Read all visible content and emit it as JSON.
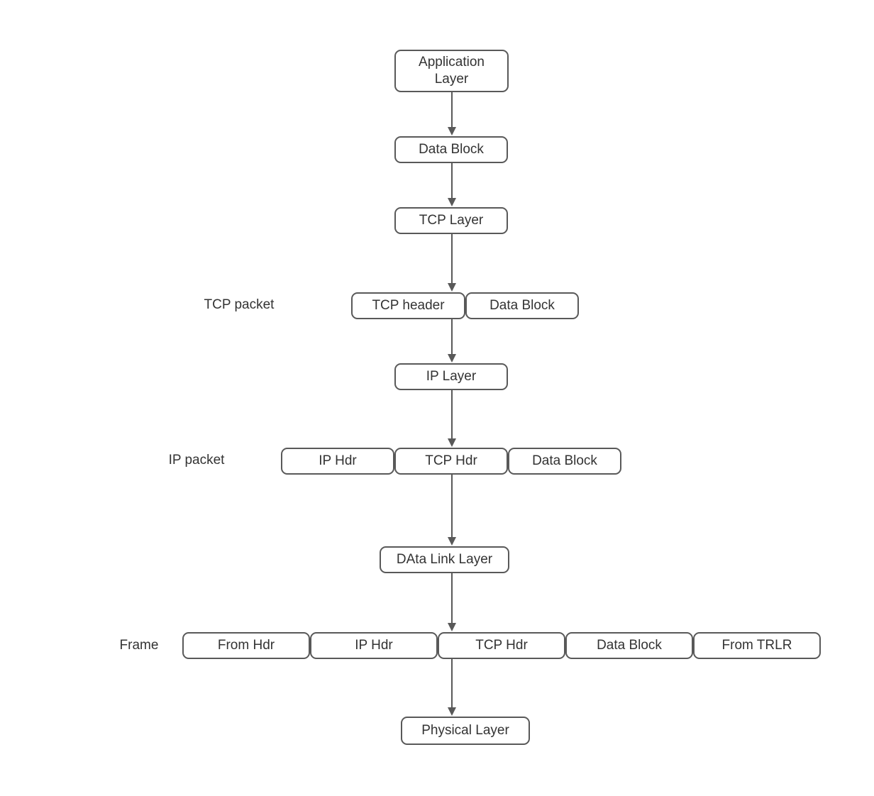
{
  "diagram": {
    "type": "flowchart",
    "description": "TCP/IP data encapsulation flow",
    "colors": {
      "background": "#ffffff",
      "node_fill": "#ffffff",
      "node_stroke": "#595959",
      "arrow": "#595959",
      "text": "#333333"
    },
    "nodes": {
      "application_layer": "Application Layer",
      "data_block_top": "Data Block",
      "tcp_layer": "TCP Layer",
      "tcp_header": "TCP header",
      "data_block_tcp": "Data Block",
      "ip_layer": "IP Layer",
      "ip_hdr_ip": "IP Hdr",
      "tcp_hdr_ip": "TCP Hdr",
      "data_block_ip": "Data Block",
      "data_link_layer": "DAta Link Layer",
      "from_hdr": "From Hdr",
      "ip_hdr_frame": "IP Hdr",
      "tcp_hdr_frame": "TCP Hdr",
      "data_block_frame": "Data Block",
      "from_trlr": "From TRLR",
      "physical_layer": "Physical Layer"
    },
    "row_labels": {
      "tcp_packet": "TCP packet",
      "ip_packet": "IP packet",
      "frame": "Frame"
    },
    "edges": [
      "Application Layer -> Data Block",
      "Data Block -> TCP Layer",
      "TCP Layer -> TCP packet row",
      "TCP packet row -> IP Layer",
      "IP Layer -> IP packet row",
      "IP packet row -> DAta Link Layer",
      "DAta Link Layer -> Frame row",
      "Frame row -> Physical Layer"
    ]
  }
}
